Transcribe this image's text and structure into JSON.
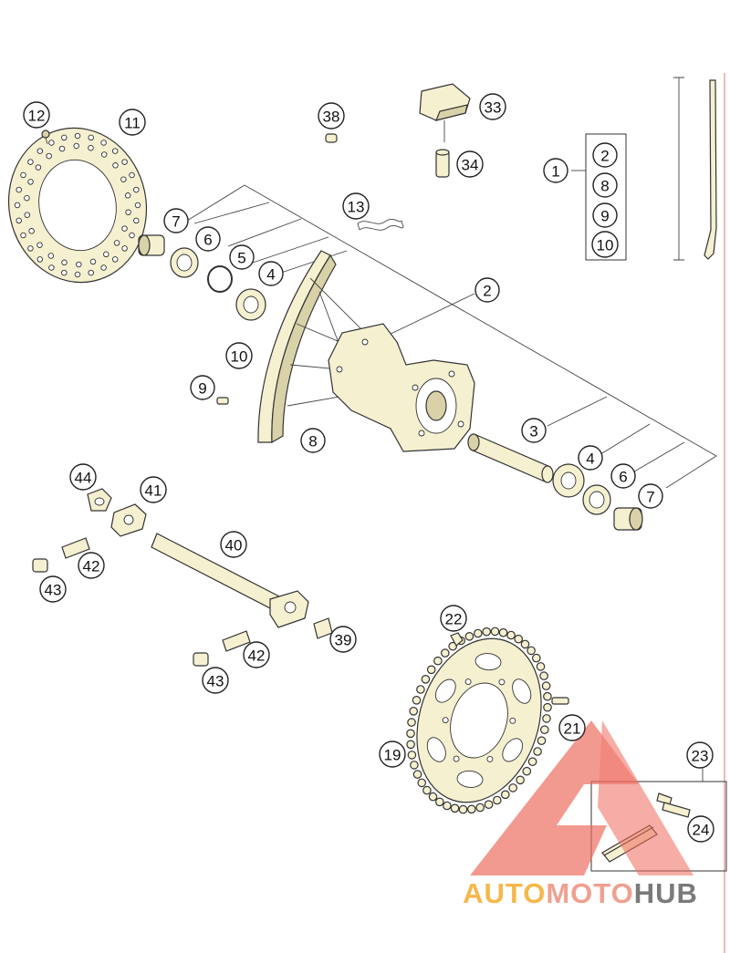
{
  "watermark": {
    "text_part1": "AUTO",
    "text_part2": "MOTO",
    "text_part3": "HUB",
    "color_part1": "#f5b84a",
    "color_part2": "#f0a090",
    "color_part3": "#7a7a7a",
    "logo_color": "#ee6a5c"
  },
  "callouts": {
    "c1": "1",
    "c2": "2",
    "c2b": "2",
    "c3": "3",
    "c4": "4",
    "c4b": "4",
    "c5": "5",
    "c6": "6",
    "c6b": "6",
    "c7": "7",
    "c7b": "7",
    "c8": "8",
    "c8b": "8",
    "c9": "9",
    "c9b": "9",
    "c10": "10",
    "c10b": "10",
    "c11": "11",
    "c12": "12",
    "c13": "13",
    "c19": "19",
    "c21": "21",
    "c22": "22",
    "c23": "23",
    "c24": "24",
    "c33": "33",
    "c34": "34",
    "c38": "38",
    "c39": "39",
    "c40": "40",
    "c41": "41",
    "c42": "42",
    "c42b": "42",
    "c43": "43",
    "c43b": "43",
    "c44": "44"
  }
}
